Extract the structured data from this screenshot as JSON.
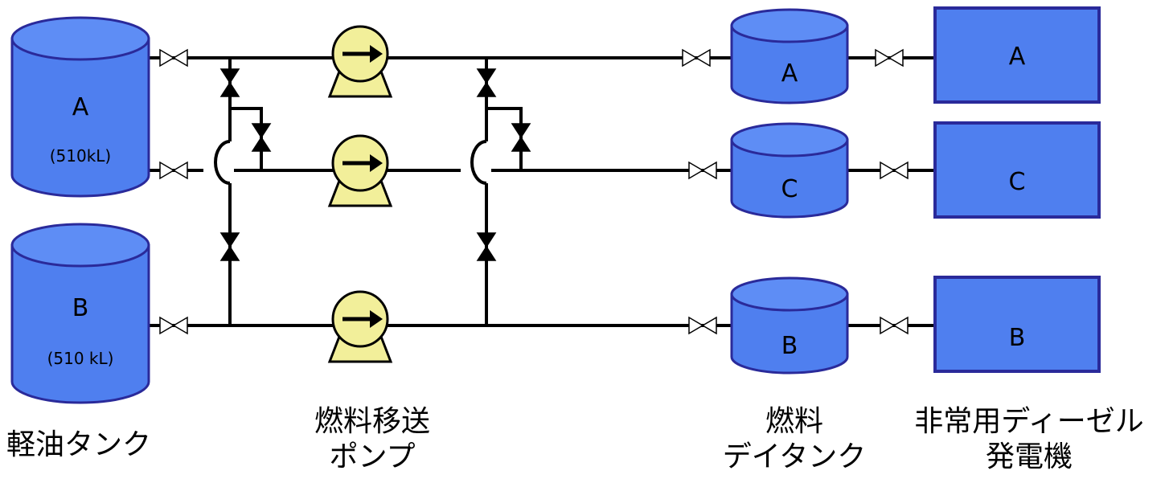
{
  "storage_tanks": [
    {
      "id": "A",
      "label": "A",
      "capacity": "(510kL)"
    },
    {
      "id": "B",
      "label": "B",
      "capacity": "(510 kL)"
    }
  ],
  "day_tanks": [
    {
      "id": "A",
      "label": "A"
    },
    {
      "id": "C",
      "label": "C"
    },
    {
      "id": "B",
      "label": "B"
    }
  ],
  "generators": [
    {
      "id": "A",
      "label": "A"
    },
    {
      "id": "C",
      "label": "C"
    },
    {
      "id": "B",
      "label": "B"
    }
  ],
  "captions": {
    "light_oil_tank": "軽油タンク",
    "transfer_pump_line1": "燃料移送",
    "transfer_pump_line2": "ポンプ",
    "day_tank_line1": "燃料",
    "day_tank_line2": "デイタンク",
    "generator_line1": "非常用ディーゼル",
    "generator_line2": "発電機"
  },
  "colors": {
    "tank_blue": "#4f7fef",
    "tank_outline": "#2a2a9a",
    "pump_yellow": "#f2ef9a",
    "pipe": "#000000"
  },
  "icons": {
    "open_valve": "bowtie-outline-icon",
    "closed_valve": "bowtie-filled-icon",
    "pump": "pump-arrow-icon"
  }
}
